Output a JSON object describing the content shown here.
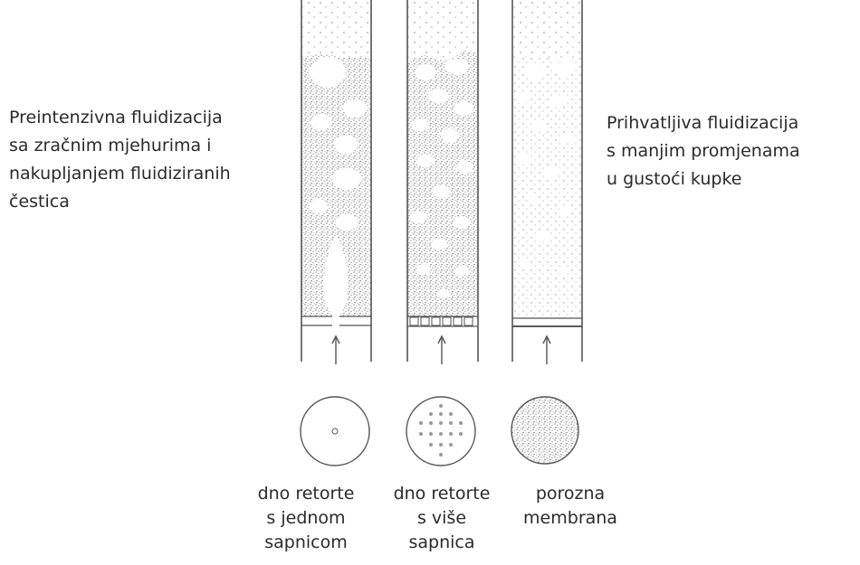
{
  "left_note": {
    "lines": [
      "Preintenzivna fluidizacija",
      "sa zračnim  mjehurima i",
      "nakupljanjem fluidiziranih",
      "čestica"
    ]
  },
  "right_note": {
    "lines": [
      "Prihvatljiva fluidizacija",
      "s manjim  promjenama",
      "u gustoći  kupke"
    ]
  },
  "captions": [
    {
      "lines": [
        "dno retorte",
        "s jednom",
        "sapnicom"
      ]
    },
    {
      "lines": [
        "dno retorte",
        "s više",
        "sapnica"
      ]
    },
    {
      "lines": [
        "porozna",
        "membrana"
      ]
    }
  ],
  "colors": {
    "ink": "#555555",
    "dots": "#8a8a8a",
    "bubble": "#ffffff",
    "text": "#2a2a2a"
  }
}
